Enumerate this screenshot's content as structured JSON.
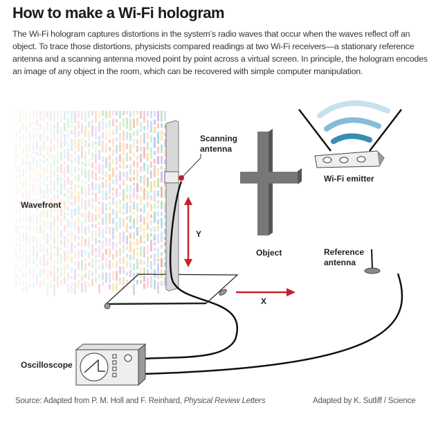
{
  "title": "How to make a Wi-Fi hologram",
  "description": "The Wi-Fi hologram captures distortions in the system’s radio waves that occur when the waves reflect off an object. To trace those distortions, physicists compared readings at two Wi-Fi receivers—a stationary reference antenna and a scanning antenna moved point by point across a virtual screen. In principle, the hologram encodes an image of any object in the room, which can be recovered with simple computer manipulation.",
  "labels": {
    "scanning_antenna_1": "Scanning",
    "scanning_antenna_2": "antenna",
    "wavefront": "Wavefront",
    "y_axis": "Y",
    "x_axis": "X",
    "object": "Object",
    "wifi_emitter": "Wi-Fi emitter",
    "reference_antenna_1": "Reference",
    "reference_antenna_2": "antenna",
    "oscilloscope": "Oscilloscope"
  },
  "footer": {
    "source_prefix": "Source: Adapted from P. M. Holl and F. Reinhard, ",
    "source_journal": "Physical Review Letters",
    "credit": "Adapted by K. Sutliff / Science"
  },
  "colors": {
    "accent_red": "#c8202a",
    "wave_blue": "#3a8db0",
    "gray": "#8a8a8a"
  }
}
